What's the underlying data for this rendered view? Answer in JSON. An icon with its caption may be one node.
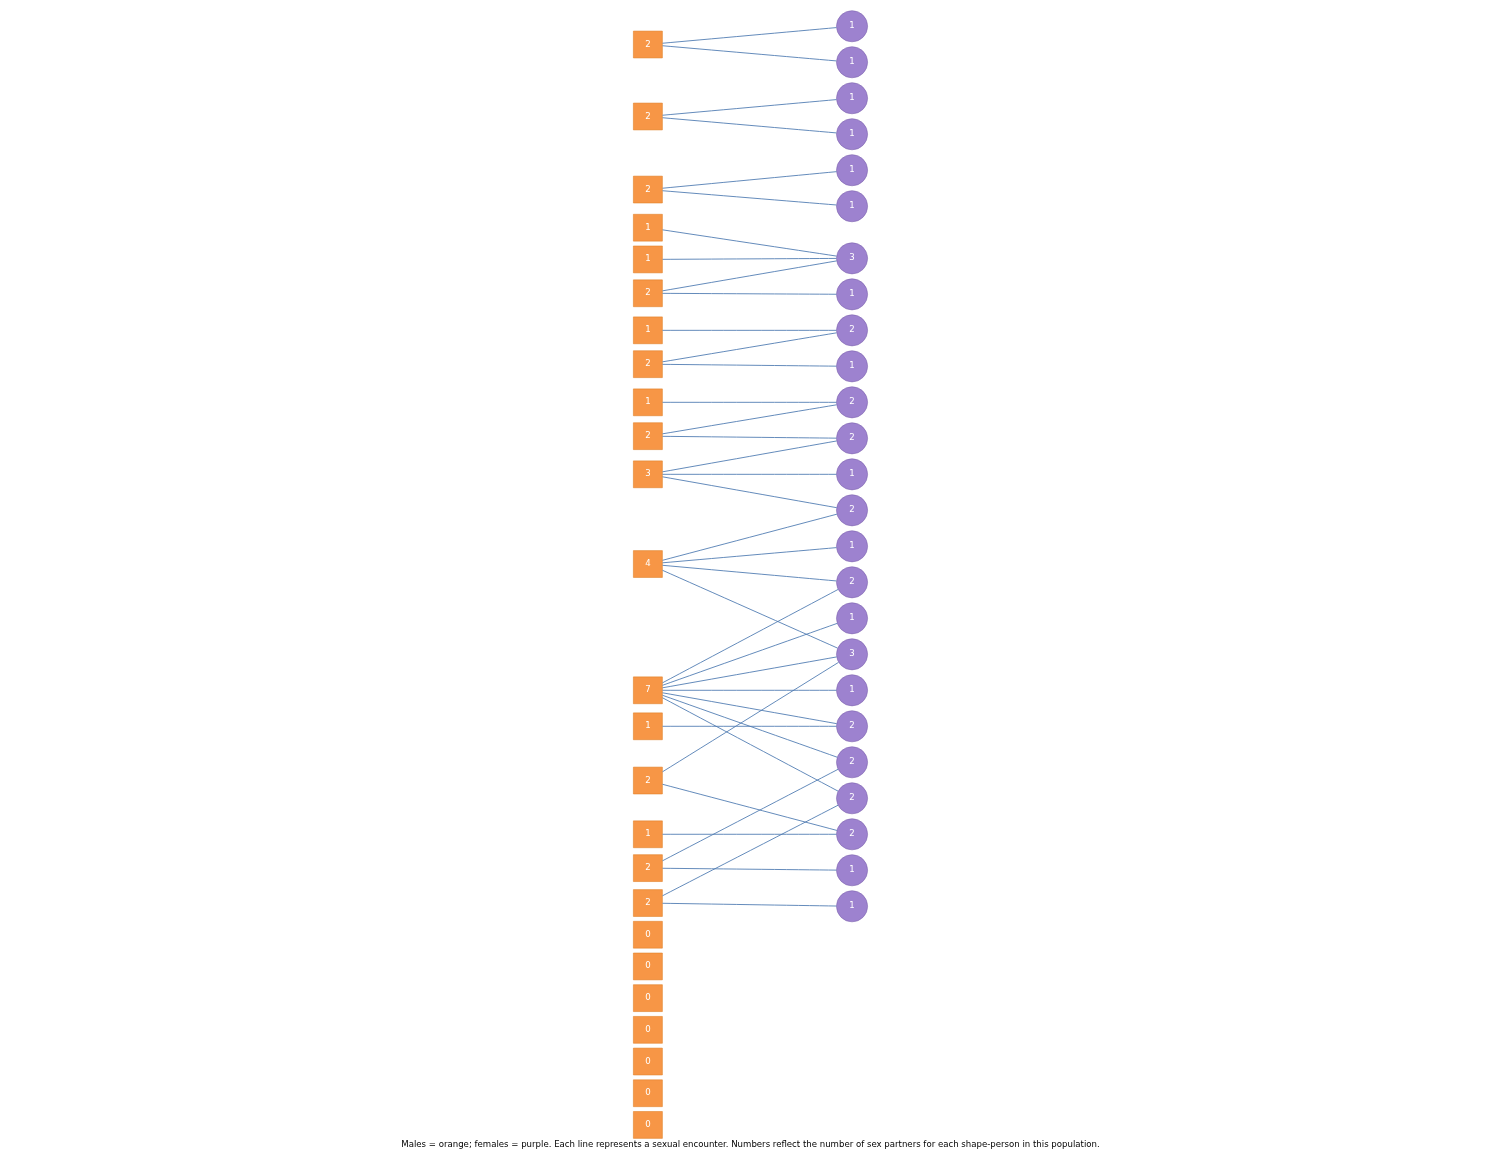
{
  "diagram": {
    "caption": "Males = orange; females = purple. Each line represents a sexual encounter. Numbers reflect the number of sex partners for each shape-person in this population.",
    "nodes": [
      {
        "text": [
          "0"
        ]
      },
      {
        "text": [
          "0"
        ]
      },
      {
        "text": [
          "0"
        ]
      },
      {
        "text": [
          "0"
        ]
      },
      {
        "text": [
          "0"
        ]
      },
      {
        "text": [
          "0"
        ]
      },
      {
        "text": [
          "0"
        ]
      },
      {
        "text": [
          "1"
        ]
      },
      {
        "text": [
          "1"
        ]
      },
      {
        "text": [
          "1"
        ]
      },
      {
        "text": [
          "1"
        ]
      },
      {
        "text": [
          "1"
        ]
      },
      {
        "text": [
          "1"
        ]
      },
      {
        "text": [
          "2"
        ]
      },
      {
        "text": [
          "2"
        ]
      },
      {
        "text": [
          "2"
        ]
      },
      {
        "text": [
          "3"
        ]
      },
      {
        "text": [
          "2"
        ]
      },
      {
        "text": [
          "4"
        ]
      },
      {
        "text": [
          "2"
        ]
      },
      {
        "text": [
          "2"
        ]
      },
      {
        "text": [
          "7"
        ]
      },
      {
        "text": [
          "2"
        ]
      },
      {
        "text": [
          "2"
        ]
      },
      {
        "text": [
          "2"
        ]
      },
      {
        "text": [
          "3"
        ]
      },
      {
        "text": [
          "1"
        ]
      },
      {
        "text": [
          "1"
        ]
      },
      {
        "text": [
          "1"
        ]
      },
      {
        "text": [
          "1"
        ]
      },
      {
        "text": [
          "2"
        ]
      },
      {
        "text": [
          "1"
        ]
      },
      {
        "text": [
          "2"
        ]
      },
      {
        "text": [
          "1"
        ]
      },
      {
        "text": [
          "1"
        ]
      },
      {
        "text": [
          "1"
        ]
      },
      {
        "text": [
          "2"
        ]
      },
      {
        "text": [
          "1"
        ]
      },
      {
        "text": [
          "2"
        ]
      },
      {
        "text": [
          "1"
        ]
      },
      {
        "text": [
          "2"
        ]
      },
      {
        "text": [
          "1"
        ]
      },
      {
        "text": [
          "2"
        ]
      },
      {
        "text": [
          "1"
        ]
      },
      {
        "text": [
          "2"
        ]
      },
      {
        "text": [
          "2"
        ]
      },
      {
        "text": [
          "3"
        ]
      },
      {
        "text": [
          "1"
        ]
      },
      {
        "text": [
          "2"
        ]
      },
      {
        "text": [
          "1"
        ]
      }
    ],
    "edges": [
      {
        "from": 7,
        "to": 44,
        "arrow": "none"
      },
      {
        "from": 15,
        "to": 25,
        "arrow": "none"
      },
      {
        "from": 15,
        "to": 26,
        "arrow": "none"
      },
      {
        "from": 8,
        "to": 38,
        "arrow": "none"
      },
      {
        "from": 9,
        "to": 25,
        "arrow": "none"
      },
      {
        "from": 16,
        "to": 31,
        "arrow": "none"
      },
      {
        "from": 16,
        "to": 32,
        "arrow": "none"
      },
      {
        "from": 16,
        "to": 45,
        "arrow": "none"
      },
      {
        "from": 22,
        "to": 38,
        "arrow": "none"
      },
      {
        "from": 22,
        "to": 27,
        "arrow": "none"
      },
      {
        "from": 17,
        "to": 47,
        "arrow": "none"
      },
      {
        "from": 17,
        "to": 48,
        "arrow": "none"
      },
      {
        "from": 10,
        "to": 40,
        "arrow": "none"
      },
      {
        "from": 18,
        "to": 32,
        "arrow": "none"
      },
      {
        "from": 18,
        "to": 46,
        "arrow": "none"
      },
      {
        "from": 18,
        "to": 41,
        "arrow": "none"
      },
      {
        "from": 18,
        "to": 30,
        "arrow": "none"
      },
      {
        "from": 11,
        "to": 25,
        "arrow": "none"
      },
      {
        "from": 23,
        "to": 44,
        "arrow": "none"
      },
      {
        "from": 23,
        "to": 45,
        "arrow": "none"
      },
      {
        "from": 19,
        "to": 40,
        "arrow": "none"
      },
      {
        "from": 19,
        "to": 46,
        "arrow": "none"
      },
      {
        "from": 12,
        "to": 42,
        "arrow": "none"
      },
      {
        "from": 20,
        "to": 29,
        "arrow": "none"
      },
      {
        "from": 20,
        "to": 34,
        "arrow": "none"
      },
      {
        "from": 24,
        "to": 39,
        "arrow": "none"
      },
      {
        "from": 24,
        "to": 33,
        "arrow": "none"
      },
      {
        "from": 13,
        "to": 36,
        "arrow": "none"
      },
      {
        "from": 13,
        "to": 37,
        "arrow": "none"
      },
      {
        "from": 21,
        "to": 46,
        "arrow": "none"
      },
      {
        "from": 21,
        "to": 28,
        "arrow": "none"
      },
      {
        "from": 21,
        "to": 35,
        "arrow": "none"
      },
      {
        "from": 21,
        "to": 30,
        "arrow": "none"
      },
      {
        "from": 21,
        "to": 42,
        "arrow": "none"
      },
      {
        "from": 21,
        "to": 36,
        "arrow": "none"
      },
      {
        "from": 21,
        "to": 48,
        "arrow": "none"
      },
      {
        "from": 14,
        "to": 43,
        "arrow": "none"
      },
      {
        "from": 14,
        "to": 49,
        "arrow": "none"
      }
    ]
  }
}
